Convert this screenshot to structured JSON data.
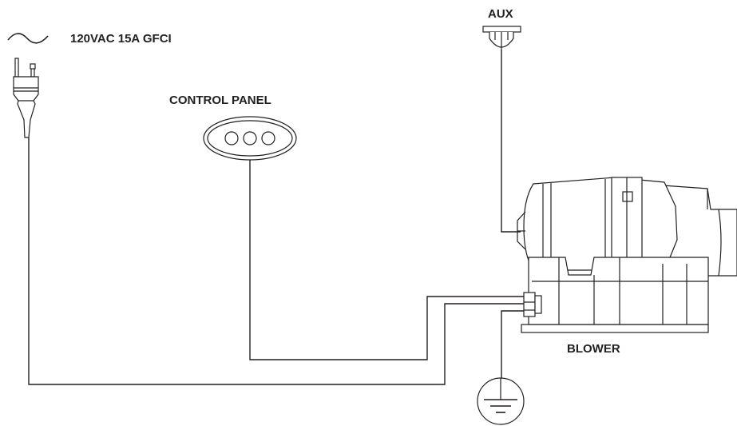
{
  "labels": {
    "power": "120VAC 15A GFCI",
    "control_panel": "CONTROL PANEL",
    "aux": "AUX",
    "blower": "BLOWER"
  },
  "colors": {
    "line": "#231f20",
    "fill": "#ffffff"
  },
  "icons": {
    "power": "ac-sine-icon",
    "plug": "power-plug-icon",
    "control_panel": "control-panel-icon",
    "aux": "aux-connector-icon",
    "blower": "blower-motor-icon",
    "ground": "ground-symbol-icon"
  }
}
